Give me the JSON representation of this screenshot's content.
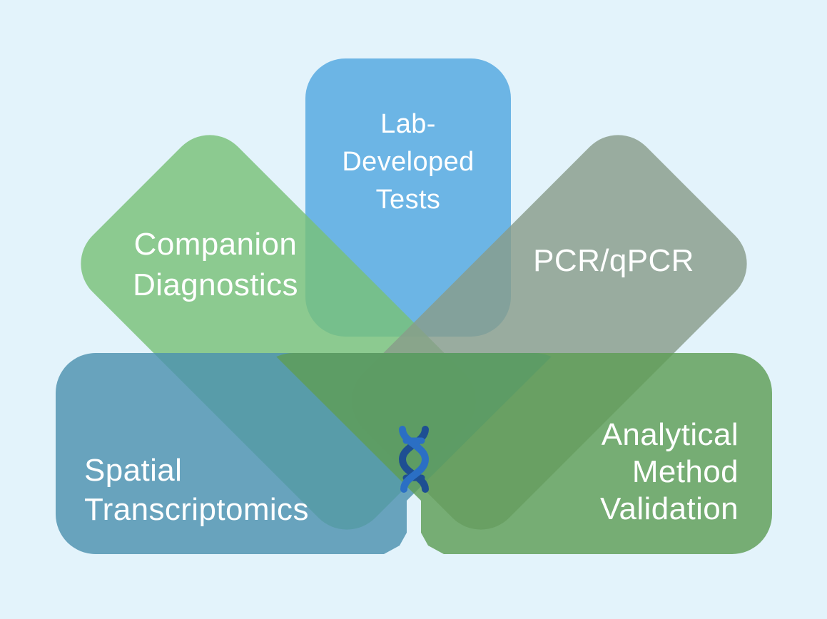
{
  "diagram": {
    "background_color": "#e3f3fb",
    "text_color": "#ffffff",
    "shapes": [
      {
        "id": "lab-developed-tests",
        "shape": "vertical-rounded-rectangle",
        "fill": "#6cb5e4",
        "fill_rgba": "rgba(82,167,223,0.82)",
        "lines": [
          "Lab-",
          "Developed",
          "Tests"
        ]
      },
      {
        "id": "companion-diagnostics",
        "shape": "rotated-rounded-rectangle-left",
        "fill": "#8cca90",
        "fill_rgba": "rgba(121,193,120,0.82)",
        "lines": [
          "Companion",
          "Diagnostics"
        ]
      },
      {
        "id": "pcr-qpcr",
        "shape": "rotated-rounded-rectangle-right",
        "fill": "#99ac9e",
        "fill_rgba": "rgba(137,156,138,0.82)",
        "lines": [
          "PCR/qPCR"
        ]
      },
      {
        "id": "spatial-transcriptomics",
        "shape": "horizontal-rounded-rectangle-left",
        "fill": "#68a3bd",
        "fill_rgba": "rgba(77,145,175,0.82)",
        "lines": [
          "Spatial",
          "Transcriptomics"
        ]
      },
      {
        "id": "analytical-method-validation",
        "shape": "horizontal-rounded-rectangle-right",
        "fill": "#76ad74",
        "fill_rgba": "rgba(94,158,86,0.82)",
        "lines": [
          "Analytical",
          "Method",
          "Validation"
        ]
      }
    ],
    "center_icon": {
      "name": "dna-helix",
      "strand_color_light": "#2b6fc4",
      "strand_color_dark": "#1e4f92"
    }
  }
}
